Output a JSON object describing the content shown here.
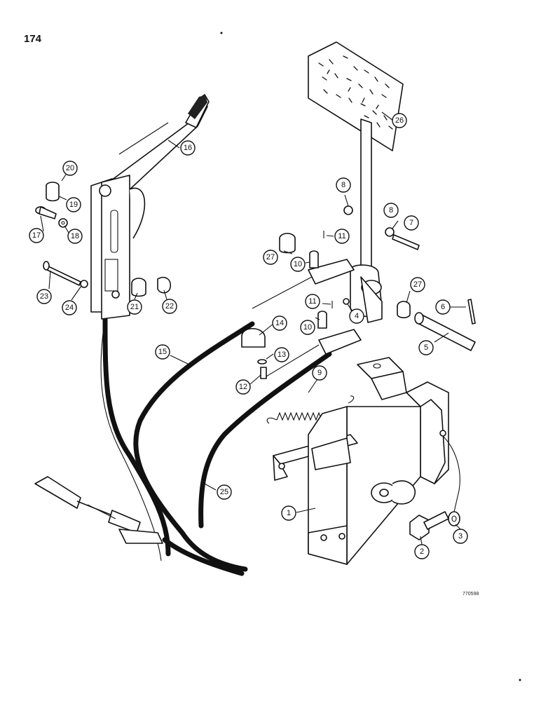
{
  "page": {
    "number": "174",
    "figure_code": "770598"
  },
  "callouts": [
    {
      "label": "1"
    },
    {
      "label": "2"
    },
    {
      "label": "3"
    },
    {
      "label": "4"
    },
    {
      "label": "5"
    },
    {
      "label": "6"
    },
    {
      "label": "7"
    },
    {
      "label": "8"
    },
    {
      "label": "8"
    },
    {
      "label": "9"
    },
    {
      "label": "10"
    },
    {
      "label": "10"
    },
    {
      "label": "11"
    },
    {
      "label": "11"
    },
    {
      "label": "12"
    },
    {
      "label": "13"
    },
    {
      "label": "14"
    },
    {
      "label": "15"
    },
    {
      "label": "16"
    },
    {
      "label": "17"
    },
    {
      "label": "18"
    },
    {
      "label": "19"
    },
    {
      "label": "20"
    },
    {
      "label": "21"
    },
    {
      "label": "22"
    },
    {
      "label": "23"
    },
    {
      "label": "24"
    },
    {
      "label": "25"
    },
    {
      "label": "26"
    },
    {
      "label": "27"
    },
    {
      "label": "27"
    }
  ]
}
